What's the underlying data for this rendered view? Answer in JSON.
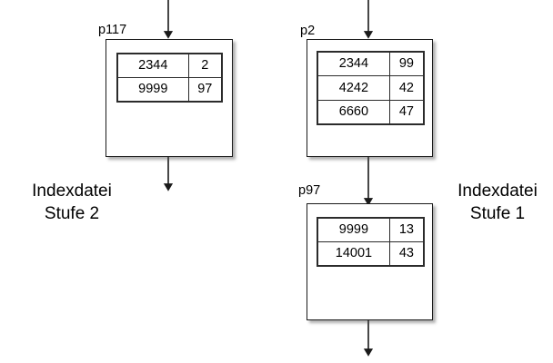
{
  "diagram": {
    "title_hidden": "",
    "background_color": "#ffffff",
    "line_color": "#1a1a1a",
    "captions": {
      "left": {
        "line1": "Indexdatei",
        "line2": "Stufe 2"
      },
      "right": {
        "line1": "Indexdatei",
        "line2": "Stufe 1"
      }
    },
    "blocks": [
      {
        "id": "p117",
        "label": "p117",
        "columns": [
          "key",
          "pointer"
        ],
        "rows": [
          {
            "key": "2344",
            "pointer": "2"
          },
          {
            "key": "9999",
            "pointer": "97"
          }
        ]
      },
      {
        "id": "p2",
        "label": "p2",
        "columns": [
          "key",
          "pointer"
        ],
        "rows": [
          {
            "key": "2344",
            "pointer": "99"
          },
          {
            "key": "4242",
            "pointer": "42"
          },
          {
            "key": "6660",
            "pointer": "47"
          }
        ]
      },
      {
        "id": "p97",
        "label": "p97",
        "columns": [
          "key",
          "pointer"
        ],
        "rows": [
          {
            "key": "9999",
            "pointer": "13"
          },
          {
            "key": "14001",
            "pointer": "43"
          }
        ]
      }
    ],
    "arrows": [
      {
        "id": "arrow-into-p117",
        "from": "top-edge",
        "to": "p117"
      },
      {
        "id": "arrow-out-p117",
        "from": "p117",
        "to": "below"
      },
      {
        "id": "arrow-into-p2",
        "from": "top-edge",
        "to": "p2"
      },
      {
        "id": "arrow-p2-to-p97",
        "from": "p2",
        "to": "p97"
      },
      {
        "id": "arrow-out-p97",
        "from": "p97",
        "to": "below"
      }
    ]
  }
}
